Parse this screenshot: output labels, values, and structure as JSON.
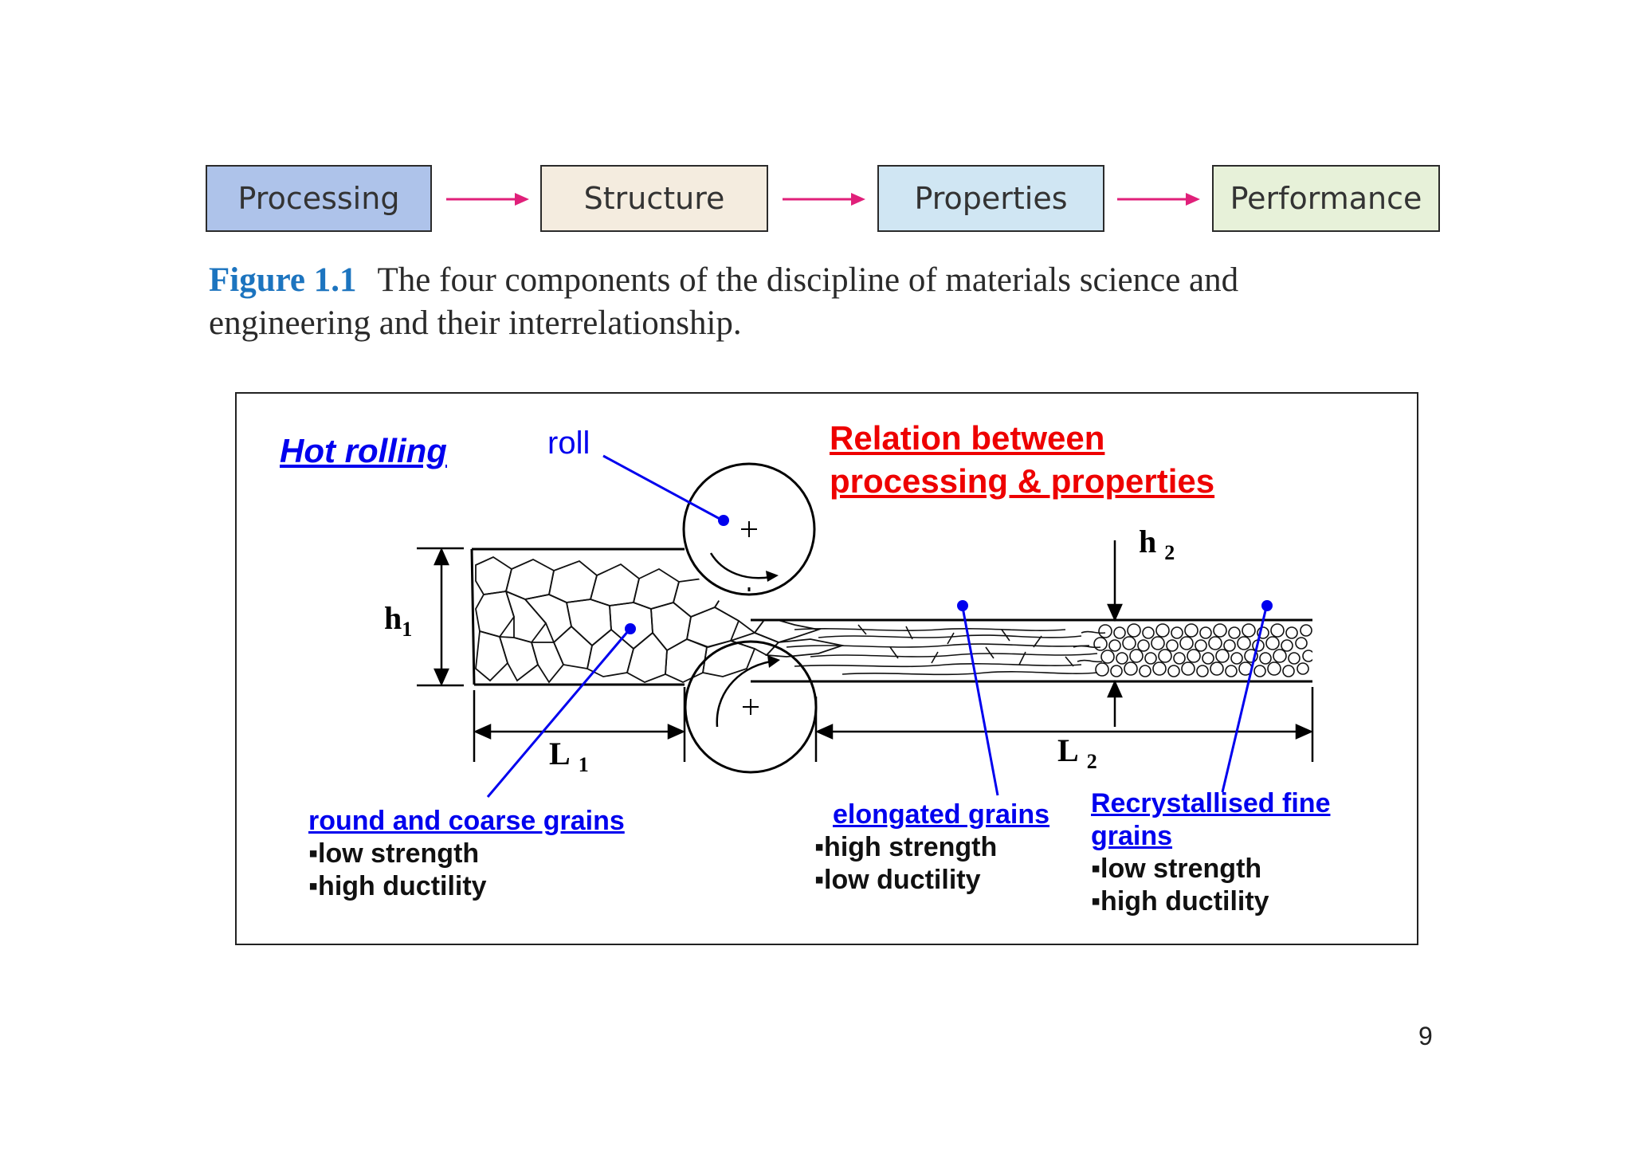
{
  "flow": {
    "boxes": [
      {
        "label": "Processing",
        "color": "#aec3ea"
      },
      {
        "label": "Structure",
        "color": "#f4ecdf"
      },
      {
        "label": "Properties",
        "color": "#d0e6f3"
      },
      {
        "label": "Performance",
        "color": "#e7f1d9"
      }
    ],
    "arrow_color": "#e0207a"
  },
  "caption": {
    "label": "Figure 1.1",
    "text": "The four components of the discipline of materials science and engineering and their interrelationship."
  },
  "panel": {
    "title": "Hot rolling",
    "relation_line1": "Relation between",
    "relation_line2": "processing & properties",
    "roll_label": "roll",
    "dim": {
      "h1": "h",
      "h1_sub": "1",
      "h2": "h",
      "h2_sub": "2",
      "l1": "L",
      "l1_sub": "1",
      "l2": "L",
      "l2_sub": "2"
    },
    "groups": {
      "coarse": {
        "title": "round and coarse grains",
        "bullets": [
          "▪low strength",
          "▪high ductility"
        ]
      },
      "elongated": {
        "title": "elongated grains",
        "bullets": [
          "▪high strength",
          "▪low ductility"
        ]
      },
      "recrystallised": {
        "title_line1": "Recrystallised fine",
        "title_line2": "grains",
        "bullets": [
          "▪low strength",
          "▪high ductility"
        ]
      }
    },
    "colors": {
      "blue": "#0000ee",
      "red": "#ee0000"
    }
  },
  "page_number": "9"
}
